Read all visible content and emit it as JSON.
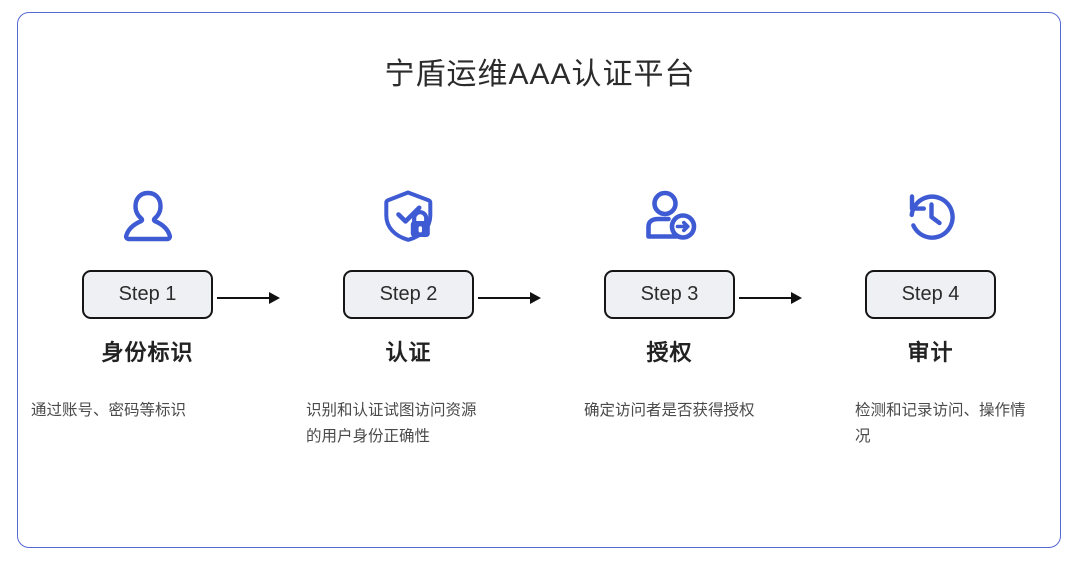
{
  "diagram": {
    "title": "宁盾运维AAA认证平台",
    "frame_color": "#5568d3",
    "icon_color": "#3f5bd4",
    "box_fill": "#eef0f4",
    "box_border": "#151515",
    "arrow_color": "#111111",
    "steps": [
      {
        "icon": "user-silhouette-icon",
        "step_label": "Step 1",
        "heading": "身份标识",
        "description": "通过账号、密码等标识"
      },
      {
        "icon": "shield-check-lock-icon",
        "step_label": "Step 2",
        "heading": "认证",
        "description": "识别和认证试图访问资源的用户身份正确性"
      },
      {
        "icon": "user-access-grant-icon",
        "step_label": "Step 3",
        "heading": "授权",
        "description": "确定访问者是否获得授权"
      },
      {
        "icon": "clock-history-icon",
        "step_label": "Step 4",
        "heading": "审计",
        "description": "检测和记录访问、操作情况"
      }
    ]
  }
}
